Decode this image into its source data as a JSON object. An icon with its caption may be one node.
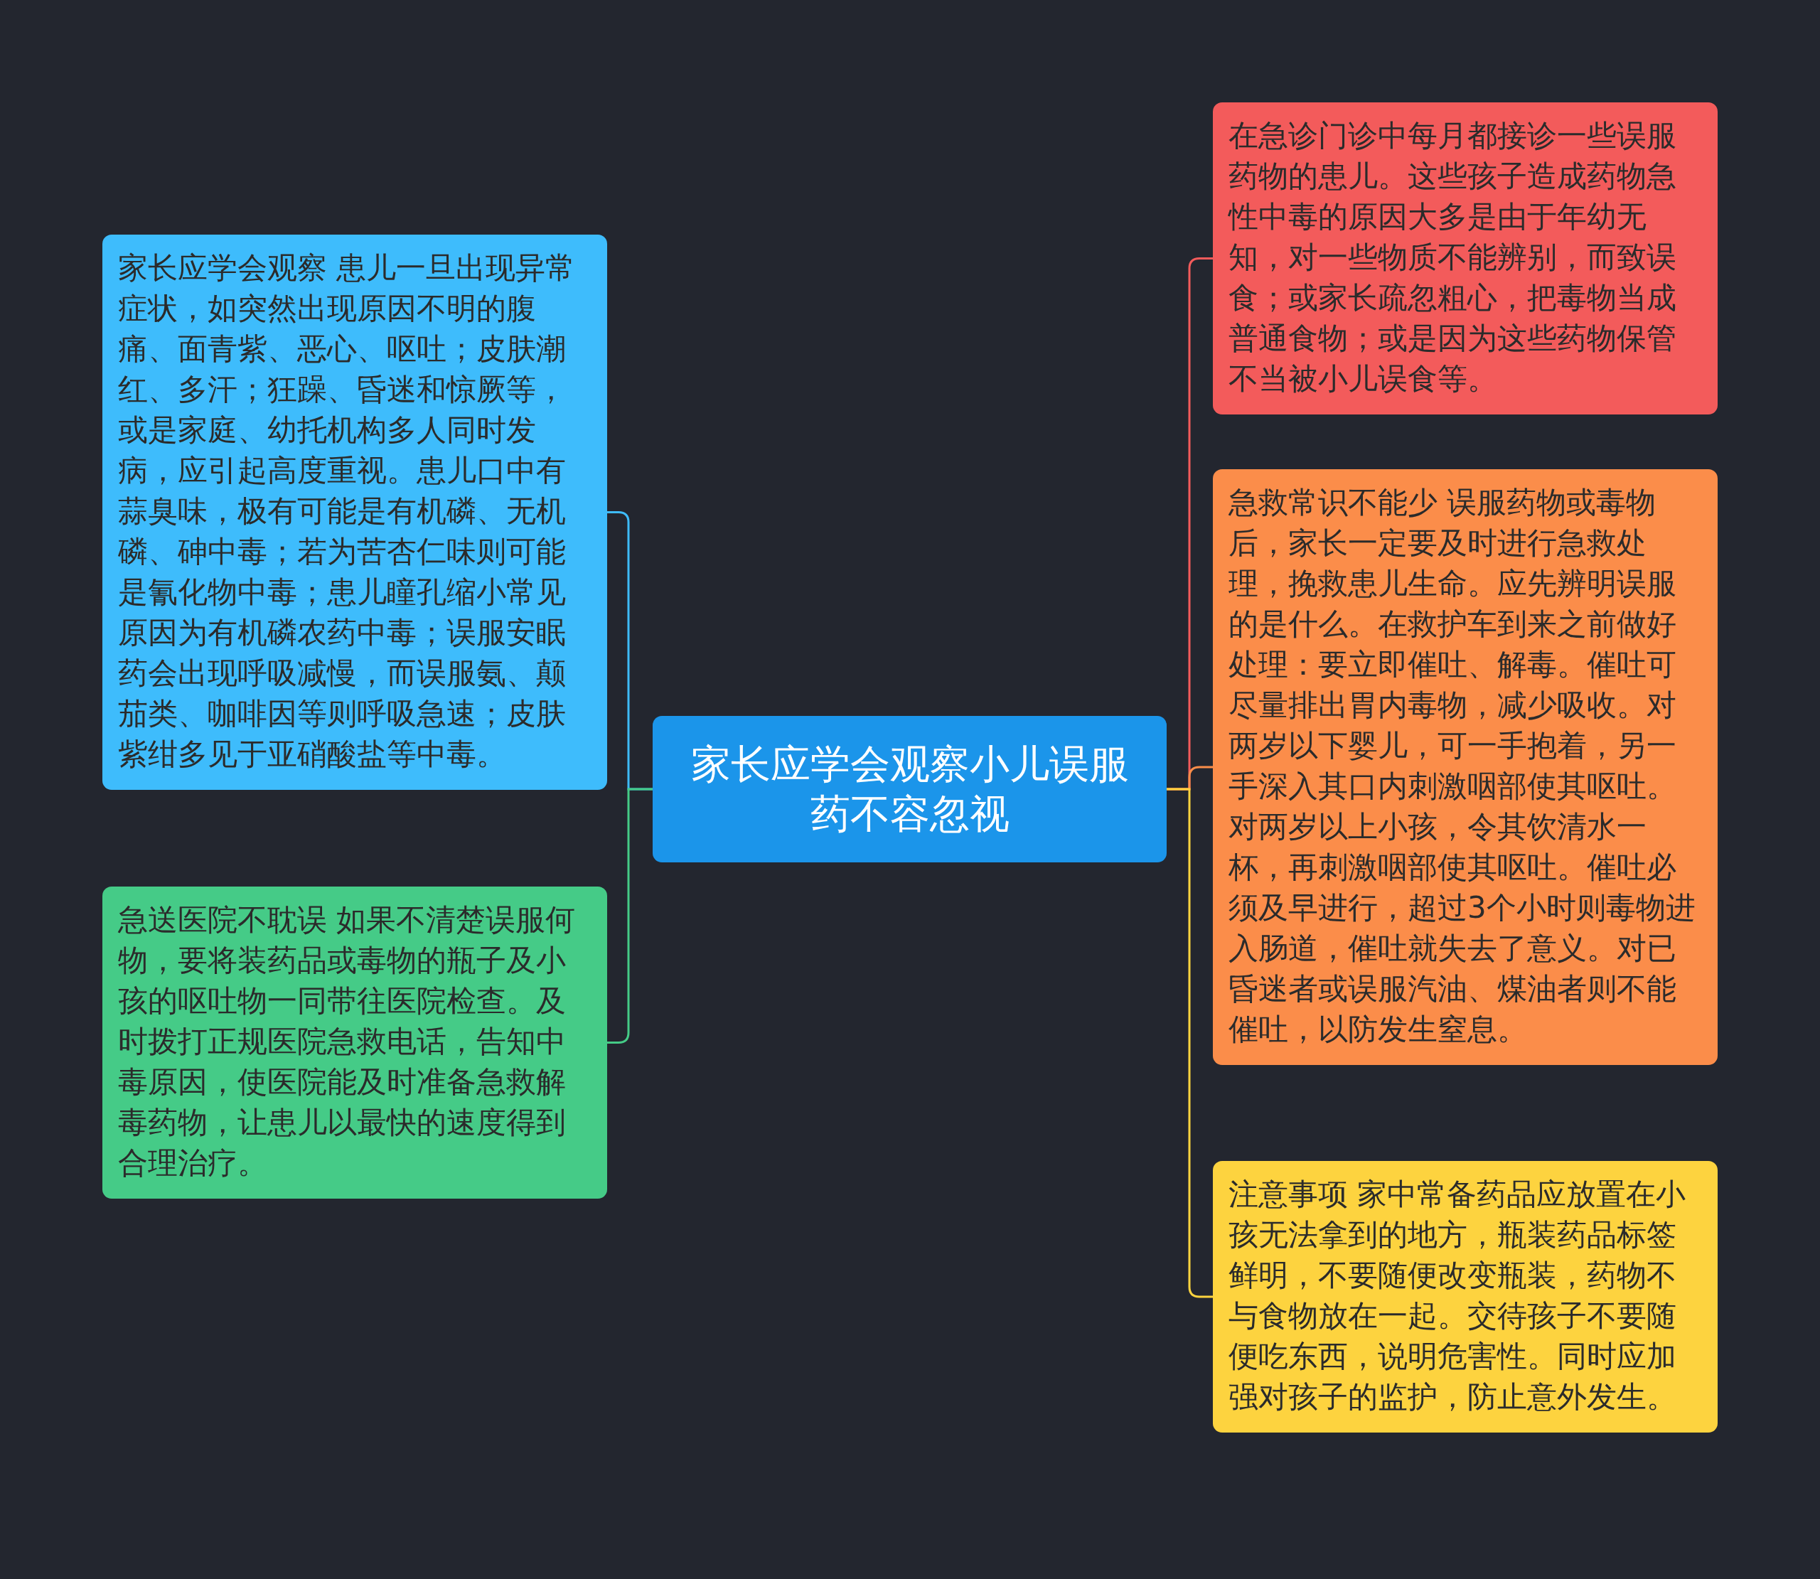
{
  "diagram": {
    "nodes": [
      {
        "text": [
          "家长应学会观察小儿误服药不容忽视"
        ]
      },
      {
        "text": [
          "家长应学会观察 患儿一旦出现异常症状，如突然出现原因不明的腹痛、面青紫、恶心、呕吐；皮肤潮红、多汗；狂躁、昏迷和惊厥等，或是家庭、幼托机构多人同时发病，应引起高度重视。患儿口中有蒜臭味，极有可能是有机磷、无机磷、砷中毒；若为苦杏仁味则可能是氰化物中毒；患儿瞳孔缩小常见原因为有机磷农药中毒；误服安眠药会出现呼吸减慢，而误服氨、颠茄类、咖啡因等则呼吸急速；皮肤紫绀多见于亚硝酸盐等中毒。"
        ]
      },
      {
        "text": [
          "急送医院不耽误 如果不清楚误服何物，要将装药品或毒物的瓶子及小孩的呕吐物一同带往医院检查。及时拨打正规医院急救电话，告知中毒原因，使医院能及时准备急救解毒药物，让患儿以最快的速度得到合理治疗。"
        ]
      },
      {
        "text": [
          "在急诊门诊中每月都接诊一些误服药物的患儿。这些孩子造成药物急性中毒的原因大多是由于年幼无知，对一些物质不能辨别，而致误食；或家长疏忽粗心，把毒物当成普通食物；或是因为这些药物保管不当被小儿误食等。"
        ]
      },
      {
        "text": [
          "急救常识不能少 误服药物或毒物后，家长一定要及时进行急救处理，挽救患儿生命。应先辨明误服的是什么。在救护车到来之前做好处理：要立即催吐、解毒。催吐可尽量排出胃内毒物，减少吸收。对两岁以下婴儿，可一手抱着，另一手深入其口内刺激咽部使其呕吐。对两岁以上小孩，令其饮清水一杯，再刺激咽部使其呕吐。催吐必须及早进行，超过3个小时则毒物进入肠道，催吐就失去了意义。对已昏迷者或误服汽油、煤油者则不能催吐，以防发生窒息。"
        ]
      },
      {
        "text": [
          "注意事项 家中常备药品应放置在小孩无法拿到的地方，瓶装药品标签鲜明，不要随便改变瓶装，药物不与食物放在一起。交待孩子不要随便吃东西，说明危害性。同时应加强对孩子的监护，防止意外发生。"
        ]
      }
    ],
    "edges": [
      {
        "from": 0,
        "to": 1,
        "arrow": "none",
        "color": "#3ebcfc"
      },
      {
        "from": 0,
        "to": 2,
        "arrow": "none",
        "color": "#45cb87"
      },
      {
        "from": 0,
        "to": 3,
        "arrow": "none",
        "color": "#f35b5b"
      },
      {
        "from": 0,
        "to": 4,
        "arrow": "none",
        "color": "#fb8d4a"
      },
      {
        "from": 0,
        "to": 5,
        "arrow": "none",
        "color": "#fdd33f"
      }
    ]
  }
}
